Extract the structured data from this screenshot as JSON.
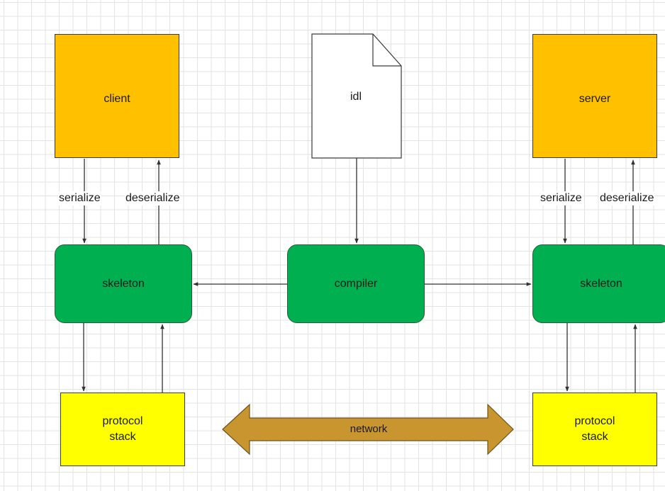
{
  "diagram": {
    "nodes": {
      "client": "client",
      "server": "server",
      "idl": "idl",
      "compiler": "compiler",
      "skeleton_left": "skeleton",
      "skeleton_right": "skeleton",
      "protocol_stack_left": [
        "protocol",
        "stack"
      ],
      "protocol_stack_right": [
        "protocol",
        "stack"
      ]
    },
    "edge_labels": {
      "serialize_left": "serialize",
      "deserialize_left": "deserialize",
      "serialize_right": "serialize",
      "deserialize_right": "deserialize"
    },
    "network_label": "network",
    "colors": {
      "client_server": "#ffc000",
      "skeleton_compiler": "#00b050",
      "protocol_stack": "#ffff00",
      "network_arrow": "#c9952e",
      "document": "#ffffff"
    }
  }
}
